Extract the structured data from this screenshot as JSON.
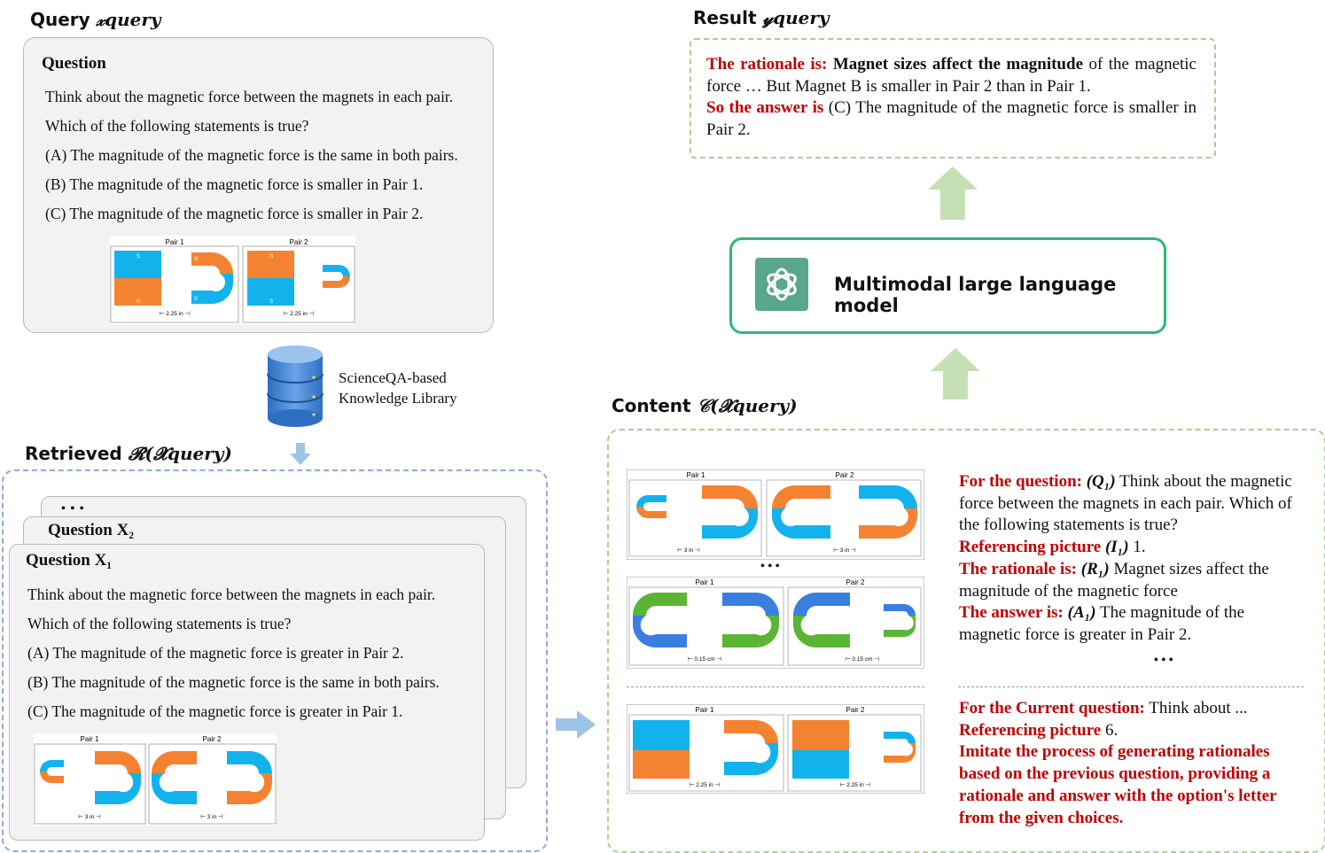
{
  "colors": {
    "magnet_orange": "#f58231",
    "magnet_blue": "#12b3ec",
    "magnet_green": "#5ab534",
    "magnet_darkblue": "#3a7fe0",
    "highlight_red": "#c00000",
    "green_dash": "#a9d18e",
    "blue_dash": "#8eaadb",
    "model_border": "#2eb872",
    "arrow_green": "#c5e0b4",
    "arrow_blue": "#9dc3e6",
    "logo_bg": "#5aa68c"
  },
  "query": {
    "title": "Query ",
    "title_math": "𝓍query",
    "card_heading": "Question",
    "lines": [
      "Think about the magnetic force between the magnets in each pair.",
      "Which of the following statements is true?",
      "(A) The magnitude of the magnetic force is the same in both pairs.",
      "(B) The magnitude of the magnetic force is smaller in Pair 1.",
      "(C) The magnitude of the magnetic force is smaller in Pair 2."
    ],
    "figure": {
      "pair1": "Pair 1",
      "pair2": "Pair 2",
      "dist1": "⊢ 2.25 in ⊣",
      "dist2": "⊢ 2.25 in ⊣"
    }
  },
  "library": {
    "line1": "ScienceQA-based",
    "line2": "Knowledge Library",
    "icon": "database-icon"
  },
  "retrieved": {
    "title": "Retrieved ",
    "title_math": "𝓡(𝓧query)",
    "ellipsis": "• • •",
    "q2_heading": "Question X₂",
    "q1_heading": "Question X₁",
    "lines": [
      "Think about the magnetic force between the magnets in each pair.",
      "Which of the following statements is true?",
      "(A) The magnitude of the magnetic force is greater in Pair 2.",
      "(B) The magnitude of the magnetic force is the same in both pairs.",
      "(C) The magnitude of the magnetic force is greater in Pair 1."
    ],
    "figure": {
      "pair1": "Pair 1",
      "pair2": "Pair 2",
      "dist1": "⊢ 3 in ⊣",
      "dist2": "⊢ 3 in ⊣"
    }
  },
  "result": {
    "title": "Result ",
    "title_math": "𝓎query",
    "rationale_label": "The rationale is:",
    "rationale_bold": "Magnet sizes affect the magnitude",
    "rationale_rest": "of the magnetic force … But Magnet B is smaller in Pair 2 than in Pair 1.",
    "answer_label": "So the answer is",
    "answer_rest": "(C) The magnitude of the magnetic force is smaller in Pair 2."
  },
  "model": {
    "label": "Multimodal large language model",
    "icon": "openai-logo-icon"
  },
  "content": {
    "title": "Content ",
    "title_math": "𝒞(𝓧query)",
    "fig1": {
      "pair1": "Pair 1",
      "pair2": "Pair 2",
      "dist1": "⊢ 3 in ⊣",
      "dist2": "⊢ 3 in ⊣"
    },
    "dots": "• • •",
    "fig2": {
      "pair1": "Pair 1",
      "pair2": "Pair 2",
      "dist1": "⊢ 0.15 cm ⊣",
      "dist2": "⊢ 0.15 cm ⊣"
    },
    "fig3": {
      "pair1": "Pair 1",
      "pair2": "Pair 2",
      "dist1": "⊢ 2.25 in ⊣",
      "dist2": "⊢ 2.25 in ⊣"
    },
    "q_label": "For the question:",
    "q_sym": "(Q₁)",
    "q_text": "Think about the magnetic force between the magnets in each pair.  Which of the following statements is true?",
    "ref_label": "Referencing picture",
    "ref_sym": "(I₁)",
    "ref_text": "1.",
    "rat_label": "The rationale is:",
    "rat_sym": "(R₁)",
    "rat_text": "Magnet sizes affect the magnitude of the magnetic force",
    "ans_label": "The answer is:",
    "ans_sym": "(A₁)",
    "ans_text": "The magnitude of the magnetic force is greater in Pair 2.",
    "ellipsis": "• • •",
    "cur_label": "For the Current question:",
    "cur_text": "Think about ...",
    "cur_ref_label": "Referencing picture",
    "cur_ref_text": "6.",
    "imitate": "Imitate the process of generating rationales based on the previous question, providing a rationale and answer with the option's letter from the given choices."
  },
  "magnet_letters": {
    "n": "N",
    "s": "S"
  }
}
